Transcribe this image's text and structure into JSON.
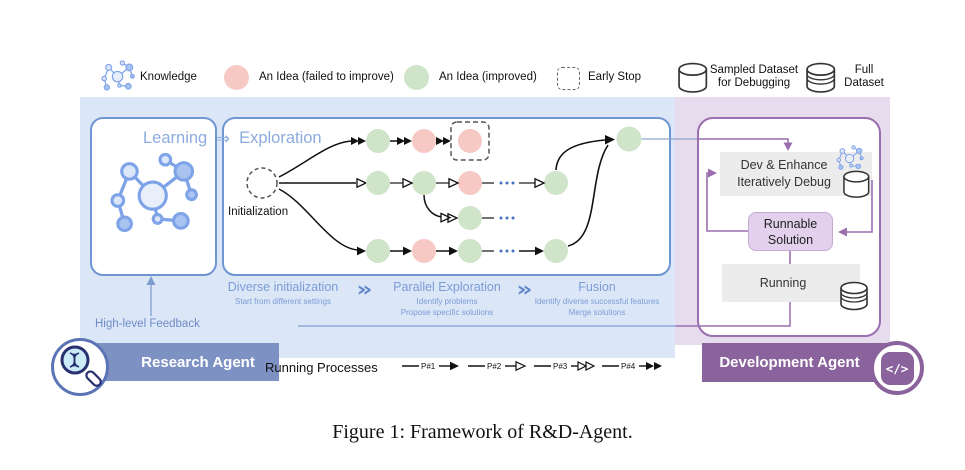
{
  "legend": {
    "knowledge": "Knowledge",
    "idea_failed": "An Idea (failed to improve)",
    "idea_improved": "An Idea (improved)",
    "early_stop": "Early Stop",
    "sampled_dataset_line1": "Sampled Dataset",
    "sampled_dataset_line2": "for Debugging",
    "full_dataset_line1": "Full",
    "full_dataset_line2": "Dataset"
  },
  "research": {
    "title_learning": "Learning",
    "title_arrow": "⇒",
    "title_exploration": "Exploration",
    "initialization_label": "Initialization",
    "chevron": "»",
    "stages": [
      {
        "label": "Diverse initialization",
        "subs": [
          "Start from different settings"
        ]
      },
      {
        "label": "Parallel Exploration",
        "subs": [
          "Identify problems",
          "Propose specific solutions"
        ]
      },
      {
        "label": "Fusion",
        "subs": [
          "Identify diverse successful features",
          "Merge solutions"
        ]
      }
    ],
    "feedback_label": "High-level Feedback",
    "badge": "Research Agent"
  },
  "processes": {
    "label": "Running Processes",
    "p1": "P#1",
    "p2": "P#2",
    "p3": "P#3",
    "p4": "P#4"
  },
  "development": {
    "dev_line1": "Dev & Enhance",
    "dev_line2": "Iteratively Debug",
    "runnable_line1": "Runnable",
    "runnable_line2": "Solution",
    "running": "Running",
    "badge": "Development Agent",
    "badge_icon": "</>"
  },
  "caption": "Figure 1: Framework of R&D-Agent.",
  "colors": {
    "panel_blue": "#dbe6f7",
    "panel_purple": "#e6dcee",
    "box_border_blue": "#6f96d2",
    "dev_border_purple": "#9a6fae",
    "idea_improved": "#cfe4c9",
    "idea_failed": "#f6c9c5",
    "badge_blue": "#7d92c3",
    "badge_purple": "#8a639c",
    "accent_text_blue": "#7b9dd6",
    "line_purple": "#9a6fae",
    "line_blue": "#7f9cd0"
  }
}
